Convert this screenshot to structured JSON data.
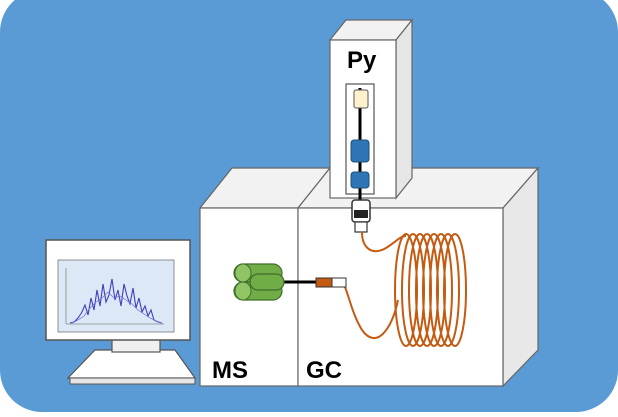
{
  "diagram": {
    "background_color": "#5b9bd5",
    "labels": {
      "pyrolyzer": "Py",
      "mass_spectrometer": "MS",
      "gas_chromatograph": "GC"
    },
    "colors": {
      "box_face": "#ffffff",
      "box_side": "#eeeeee",
      "box_top": "#f2f2f2",
      "column": "#c55a11",
      "ion_source": "#70ad47",
      "pyrolysis_cup": "#2e75b6",
      "sample_holder": "#fff2cc",
      "spectrum_line": "#4040c0"
    },
    "icons": [
      "computer-monitor-icon",
      "mass-spectrum-icon"
    ]
  }
}
